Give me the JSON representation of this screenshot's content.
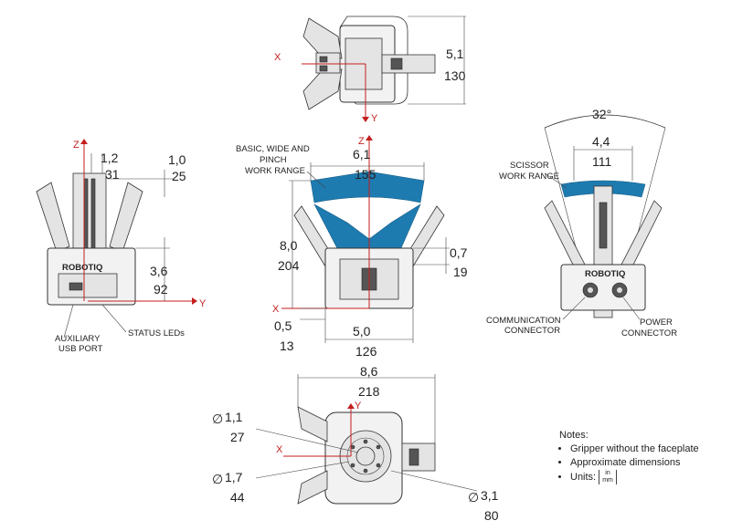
{
  "dimensions": {
    "top_height": {
      "in": "5,1",
      "mm": "130"
    },
    "finger_width": {
      "in": "1,2",
      "mm": "31"
    },
    "finger_offset": {
      "in": "1,0",
      "mm": "25"
    },
    "base_height": {
      "in": "3,6",
      "mm": "92"
    },
    "work_width": {
      "in": "6,1",
      "mm": "155"
    },
    "total_height": {
      "in": "8,0",
      "mm": "204"
    },
    "right_offset": {
      "in": "0,7",
      "mm": "19"
    },
    "bottom_offset": {
      "in": "0,5",
      "mm": "13"
    },
    "body_width": {
      "in": "5,0",
      "mm": "126"
    },
    "scissor_angle": "32°",
    "scissor_width": {
      "in": "4,4",
      "mm": "111"
    },
    "plan_width": {
      "in": "8,6",
      "mm": "218"
    },
    "dia_small": {
      "in": "1,1",
      "mm": "27"
    },
    "dia_mid": {
      "in": "1,7",
      "mm": "44"
    },
    "dia_large": {
      "in": "3,1",
      "mm": "80"
    }
  },
  "labels": {
    "basic_range": [
      "BASIC, WIDE AND",
      "PINCH",
      "WORK RANGE"
    ],
    "scissor_range": [
      "SCISSOR",
      "WORK RANGE"
    ],
    "aux_usb": [
      "AUXILIARY",
      "USB PORT"
    ],
    "status_leds": "STATUS LEDs",
    "comm_connector": [
      "COMMUNICATION",
      "CONNECTOR"
    ],
    "power_connector": [
      "POWER",
      "CONNECTOR"
    ],
    "brand": "ROBOTIQ"
  },
  "axes": {
    "x": "X",
    "y": "Y",
    "z": "Z"
  },
  "diameter_symbol": "∅",
  "notes": {
    "title": "Notes:",
    "items": [
      "Gripper without the faceplate",
      "Approximate dimensions"
    ],
    "units_prefix": "Units:",
    "unit_in": "in",
    "unit_mm": "mm"
  },
  "colors": {
    "work_range": "#1e7bb0",
    "axis": "#c41e1e"
  }
}
